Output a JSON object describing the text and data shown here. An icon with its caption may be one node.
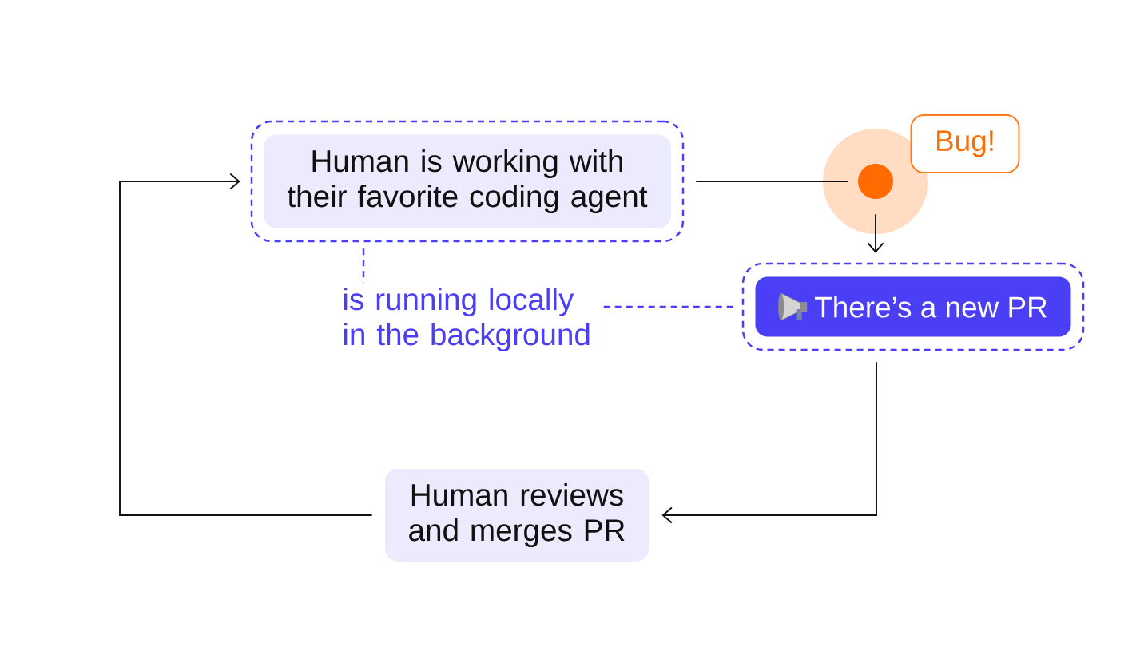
{
  "diagram": {
    "nodes": [
      {
        "text": [],
        "shape": "box"
      },
      {
        "text": [
          "Human is working with their favorite coding agent"
        ],
        "in": 0
      },
      {
        "text": [],
        "shape": "circle"
      },
      {
        "text": [
          "Bug!"
        ]
      },
      {
        "text": [
          "is running locally in the background"
        ]
      },
      {
        "text": [],
        "shape": "box"
      },
      {
        "text": [
          "There’s a new PR"
        ],
        "in": 5
      },
      {
        "text": [
          "Human reviews and merges PR"
        ]
      }
    ],
    "edges": [
      {
        "from": 7,
        "to": 0,
        "arrow": "to"
      },
      {
        "from": 0,
        "to": 2,
        "arrow": "none"
      },
      {
        "from": 2,
        "to": 5,
        "arrow": "to"
      },
      {
        "from": 0,
        "to": 4,
        "arrow": "none",
        "style": "dashed",
        "color": "#4b3ff5"
      },
      {
        "from": 4,
        "to": 5,
        "arrow": "none",
        "style": "dashed",
        "color": "#4b3ff5"
      },
      {
        "from": 5,
        "to": 7,
        "arrow": "to"
      }
    ]
  }
}
